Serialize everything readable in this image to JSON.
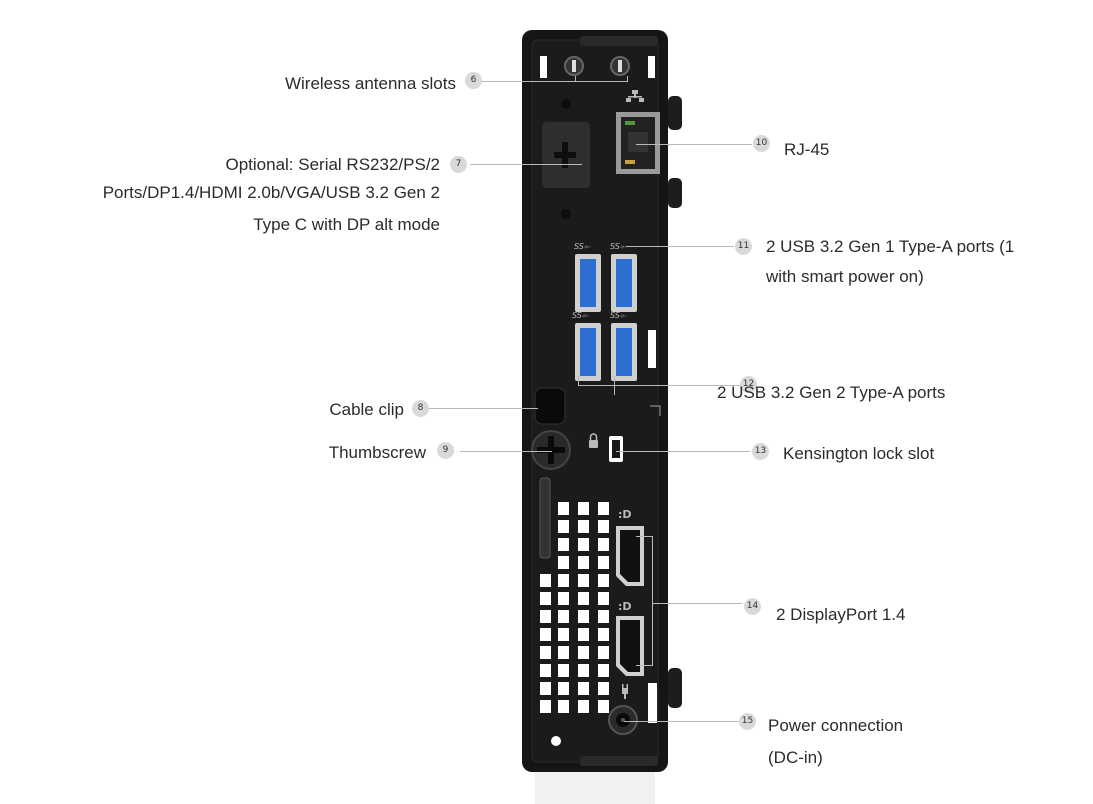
{
  "callouts": {
    "c6": {
      "num": "6",
      "text": "Wireless antenna slots"
    },
    "c7": {
      "num": "7",
      "lines": [
        "Optional: Serial RS232/PS/2",
        "Ports/DP1.4/HDMI 2.0b/VGA/USB 3.2 Gen 2",
        "Type C with DP alt mode"
      ]
    },
    "c8": {
      "num": "8",
      "text": "Cable clip"
    },
    "c9": {
      "num": "9",
      "text": "Thumbscrew"
    },
    "c10": {
      "num": "10",
      "text": "RJ-45"
    },
    "c11": {
      "num": "11",
      "lines": [
        "2 USB 3.2 Gen 1 Type-A ports (1",
        "with smart power on)"
      ]
    },
    "c12": {
      "num": "12",
      "text": "2 USB 3.2 Gen 2 Type-A ports"
    },
    "c13": {
      "num": "13",
      "text": "Kensington lock slot"
    },
    "c14": {
      "num": "14",
      "text": "2 DisplayPort 1.4"
    },
    "c15": {
      "num": "15",
      "lines": [
        "Power connection",
        "(DC-in)"
      ]
    }
  },
  "colors": {
    "chassis": "#151515",
    "usb_blue": "#2d6fd0",
    "leader_line": "#b9b9b9",
    "badge": "#d9d9d9"
  },
  "icons": [
    "network-icon",
    "superspeed-usb-icon",
    "lock-icon",
    "displayport-icon",
    "power-plug-icon"
  ]
}
